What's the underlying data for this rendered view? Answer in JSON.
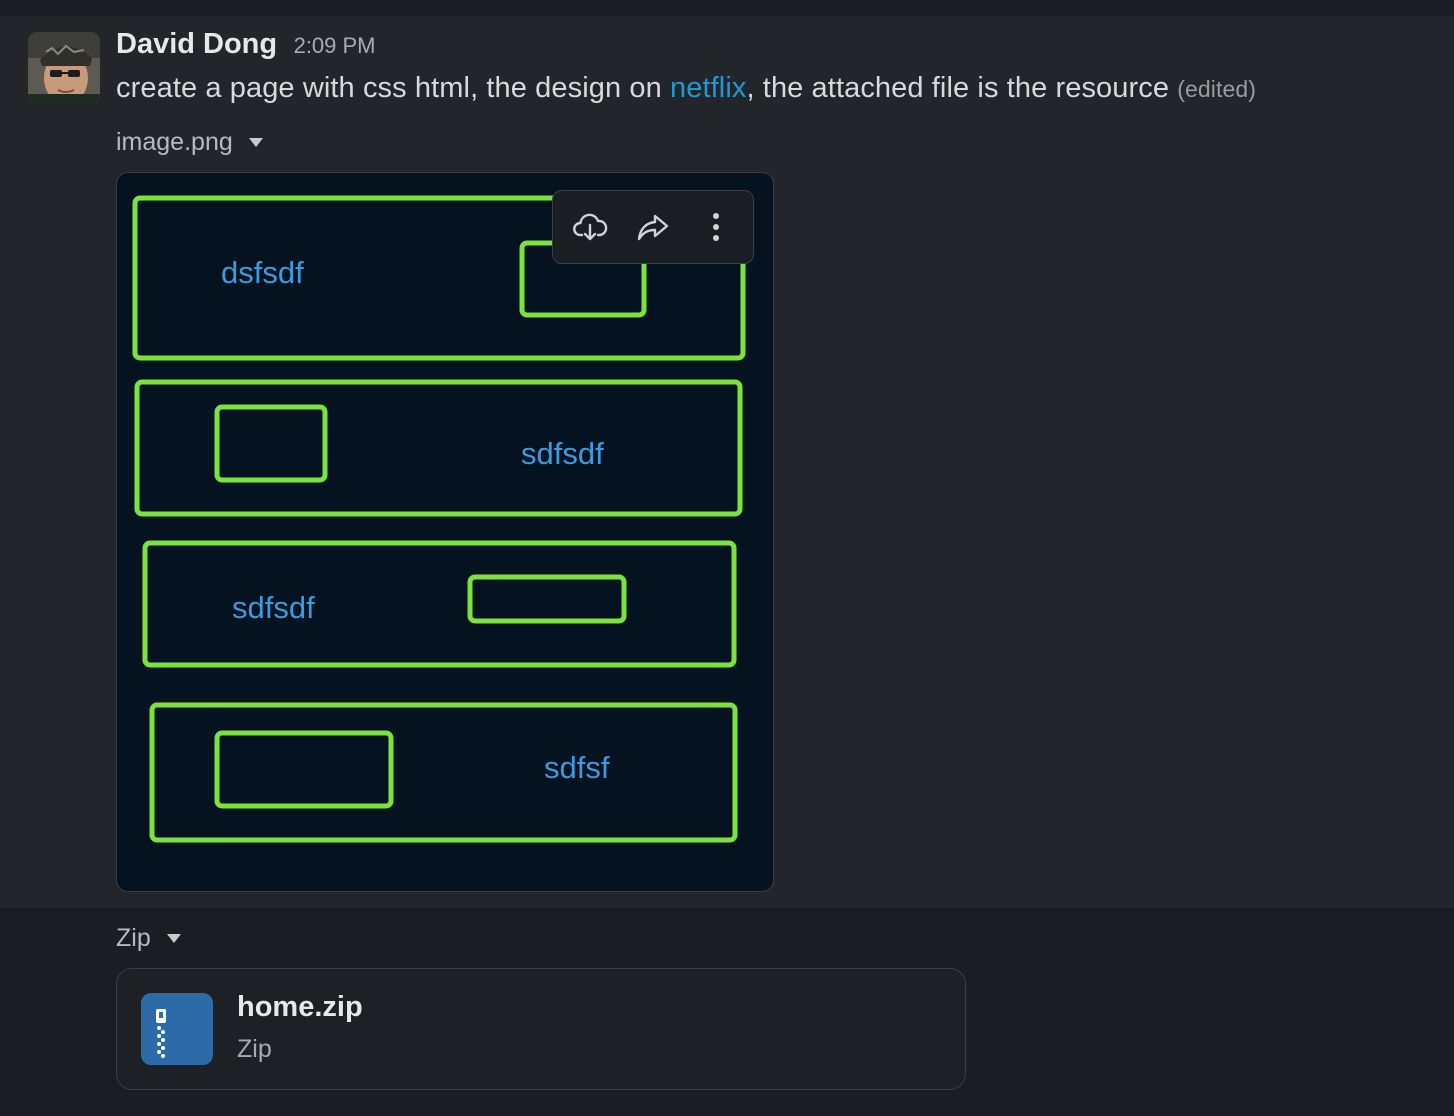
{
  "message": {
    "sender": "David Dong",
    "time": "2:09 PM",
    "text_before_link": "create a page with css html, the design on ",
    "link_text": "netflix",
    "text_after_link": ", the attached file is the resource ",
    "edited_label": "(edited)"
  },
  "attachments": {
    "image": {
      "file_label": "image.png",
      "labels": [
        "dsfsdf",
        "sdfsdf",
        "sdfsdf",
        "sdfsf"
      ]
    },
    "zip": {
      "section_label": "Zip",
      "file_name": "home.zip",
      "file_type": "Zip"
    }
  },
  "toolbar": {
    "icons": [
      "download-cloud-icon",
      "share-arrow-icon",
      "more-vertical-icon"
    ]
  },
  "colors": {
    "background": "#1a1d21",
    "hover_background": "#222529",
    "link": "#1d9bd1",
    "image_background": "#04131f",
    "image_outline_green": "#7be33d",
    "image_text_blue": "#3a9be0",
    "zip_icon_blue": "#2c6aa8"
  }
}
